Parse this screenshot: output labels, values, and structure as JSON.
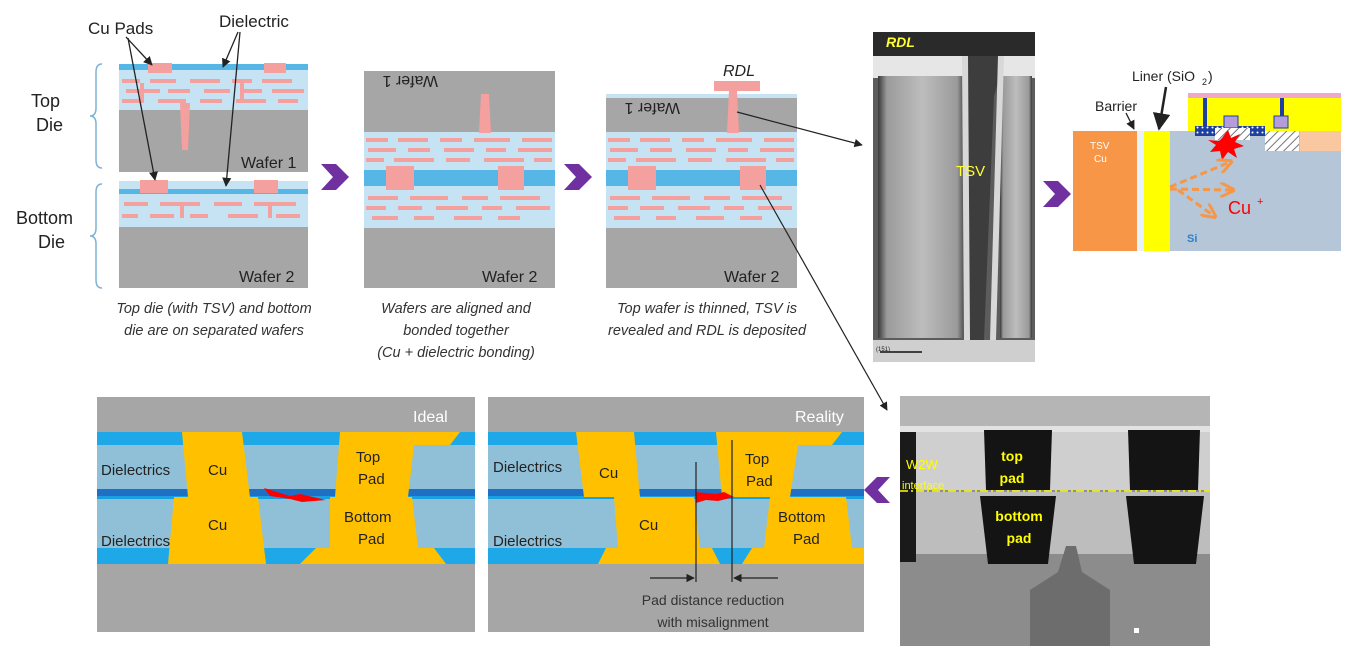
{
  "labels": {
    "cu_pads": "Cu Pads",
    "dielectric": "Dielectric",
    "top_die_1": "Top",
    "top_die_2": "Die",
    "bottom_die_1": "Bottom",
    "bottom_die_2": "Die",
    "wafer1": "Wafer 1",
    "wafer2": "Wafer 2",
    "rdl": "RDL",
    "tsv": "TSV",
    "barrier": "Barrier",
    "liner": "Liner (SiO",
    "liner_sub": "2",
    "liner_close": ")",
    "tsv_cu_1": "TSV",
    "tsv_cu_2": "Cu",
    "cu_ion": "Cu",
    "cu_ion_sup": "+",
    "si": "Si",
    "w2w_1": "W2W",
    "w2w_2": "interface",
    "sem_top_1": "top",
    "sem_top_2": "pad",
    "sem_bottom_1": "bottom",
    "sem_bottom_2": "pad",
    "sem_scale": "(151)",
    "ideal": "Ideal",
    "reality": "Reality",
    "dielectrics": "Dielectrics",
    "cu": "Cu",
    "top_pad_1": "Top",
    "top_pad_2": "Pad",
    "bottom_pad_1": "Bottom",
    "bottom_pad_2": "Pad",
    "pad_distance_1": "Pad distance reduction",
    "pad_distance_2": "with misalignment"
  },
  "captions": {
    "step1": [
      "Top die (with TSV) and bottom",
      "die are on separated wafers"
    ],
    "step2": [
      "Wafers are aligned and",
      "bonded together",
      "(Cu + dielectric bonding)"
    ],
    "step3": [
      "Top wafer is thinned, TSV is",
      "revealed and RDL is deposited"
    ]
  },
  "colors": {
    "wafer_gray": "#a6a6a6",
    "dielectric_light": "#c5e3f3",
    "dielectric_blue": "#56b7e6",
    "cu_pink": "#f4a09e",
    "pad_gold": "#ffc000",
    "arrow_purple": "#7030a0",
    "bond_dark_blue": "#1f6fc4",
    "cu_orange": "#f79646",
    "liner_yellow": "#ffff00",
    "si_blue": "#b4c6d8",
    "spark_red": "#ff0000"
  }
}
